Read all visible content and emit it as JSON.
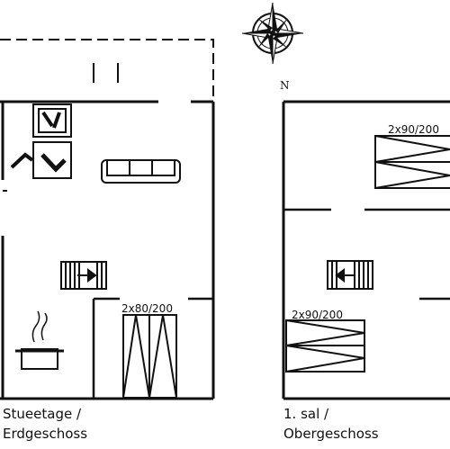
{
  "compass": {
    "north_label": "N"
  },
  "floors": [
    {
      "line1": "Stueetage /",
      "line2": "Erdgeschoss"
    },
    {
      "line1": "1. sal /",
      "line2": "Obergeschoss"
    }
  ],
  "beds": {
    "ground_bed": "2x80/200",
    "upper_bed_top": "2x90/200",
    "upper_bed_bottom": "2x90/200"
  }
}
